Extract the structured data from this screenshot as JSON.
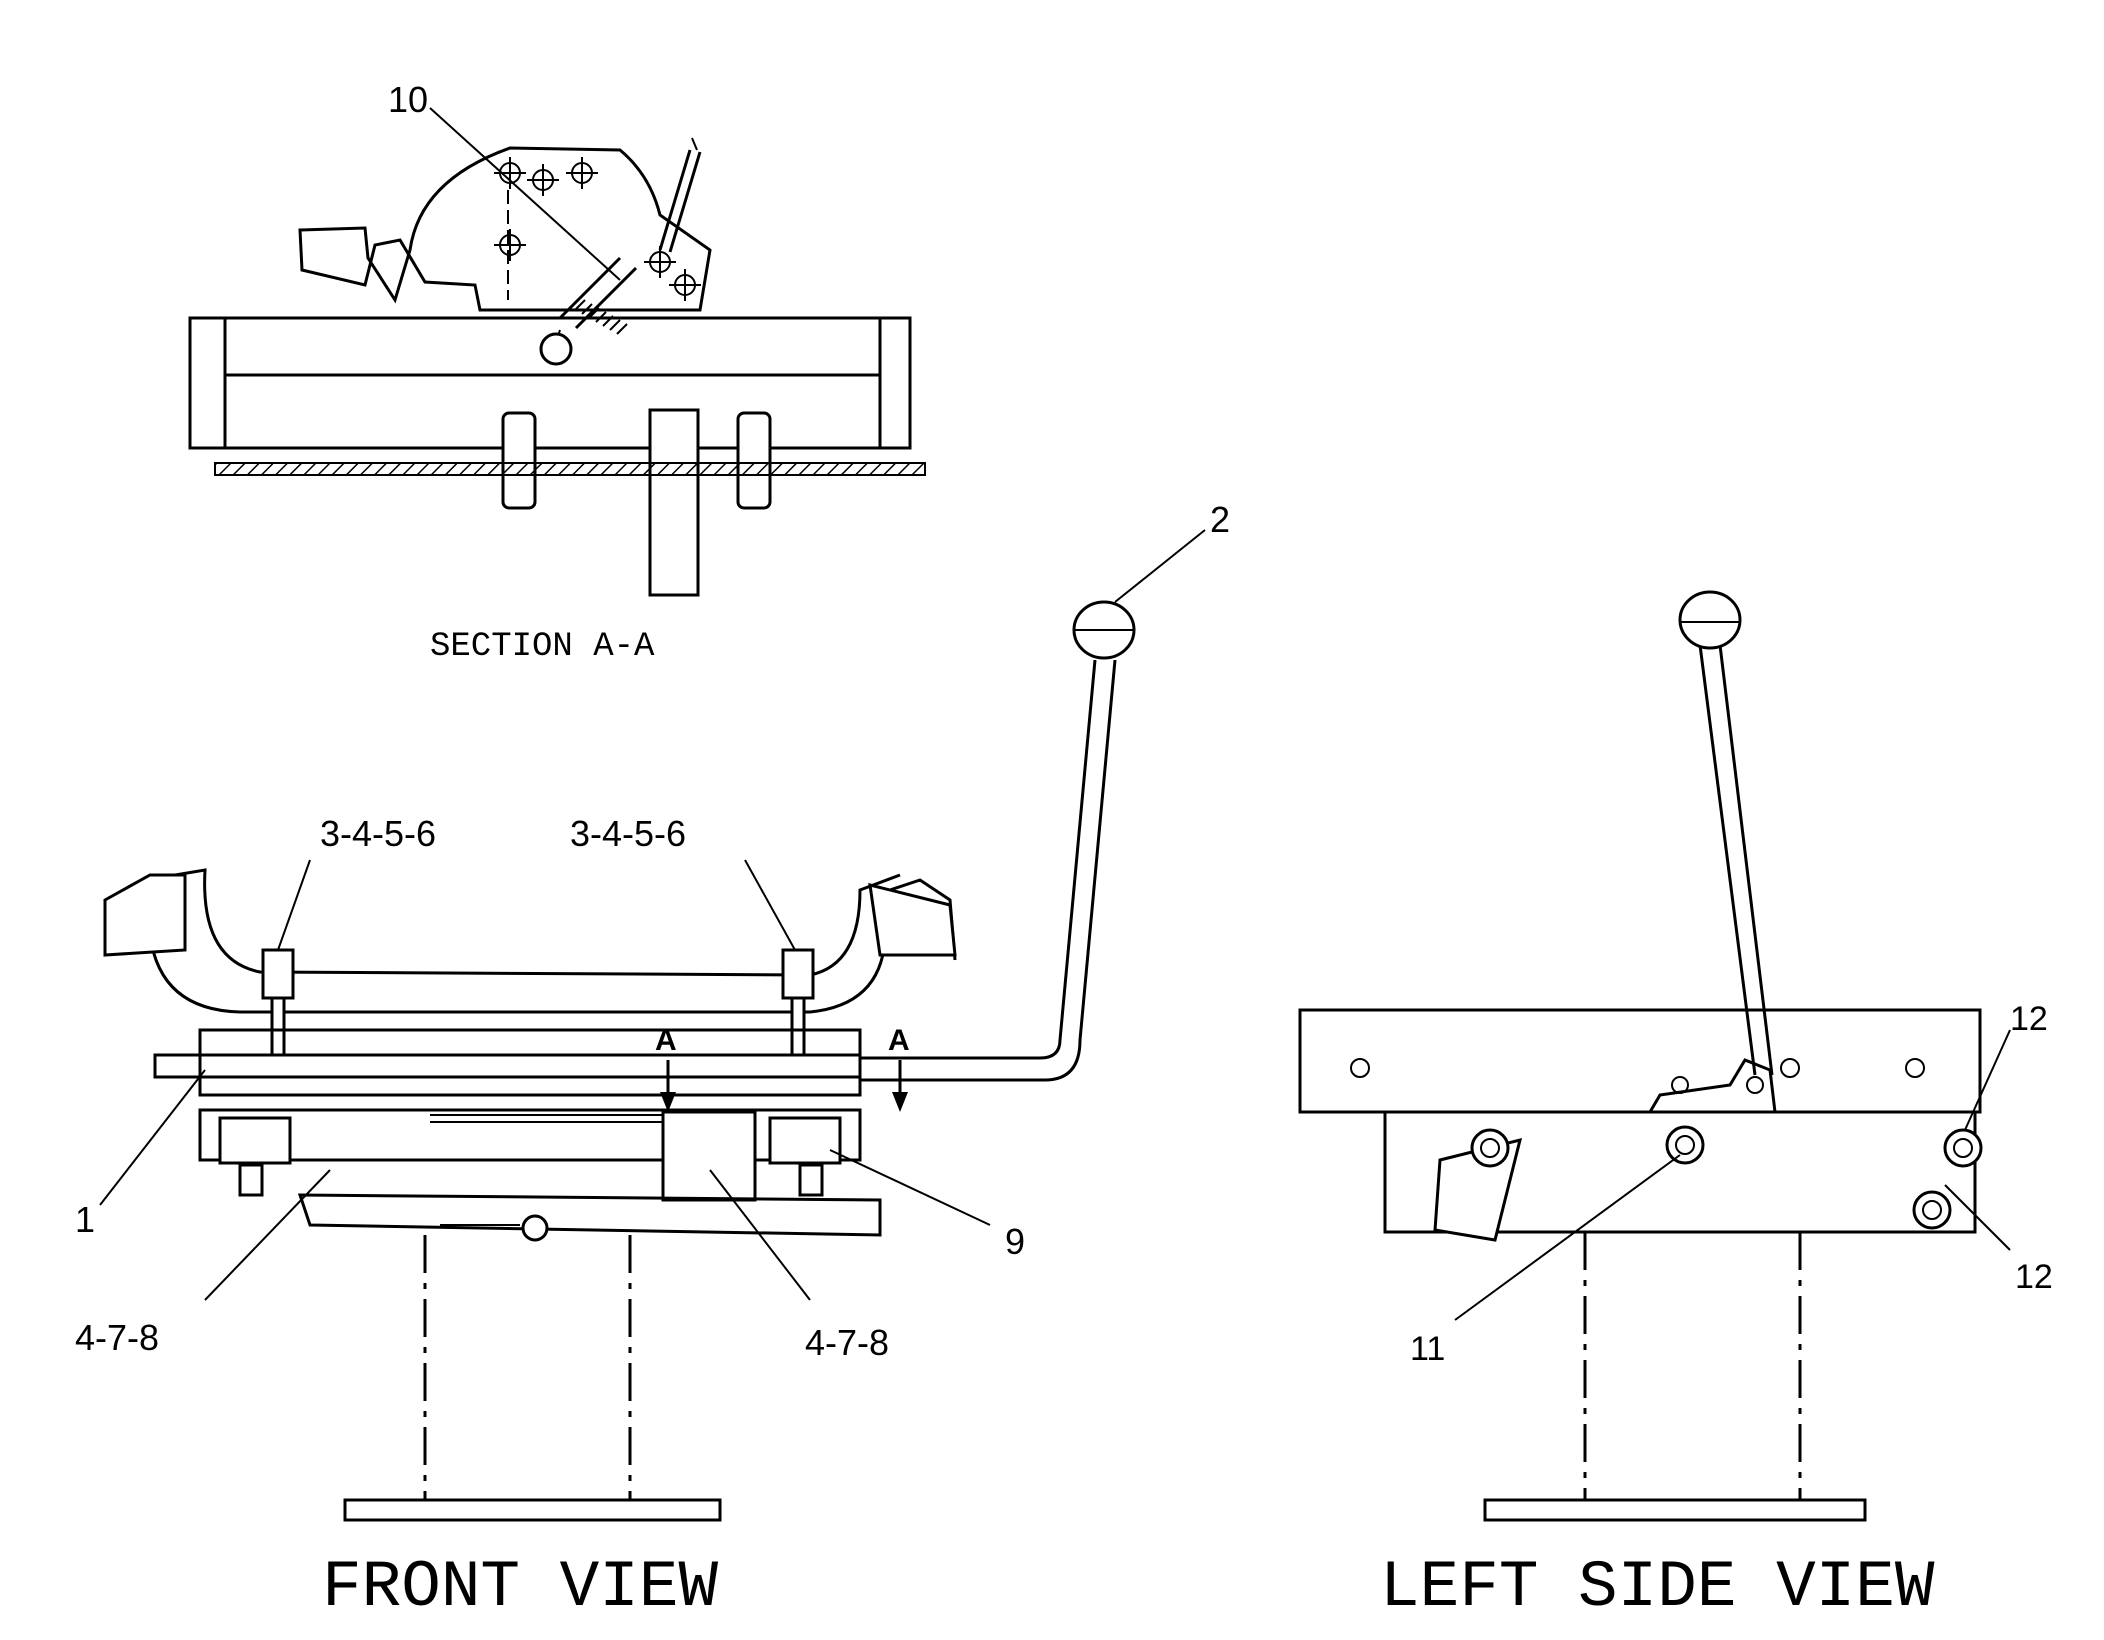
{
  "views": {
    "section": "SECTION A-A",
    "front": "FRONT VIEW",
    "left_side": "LEFT SIDE VIEW"
  },
  "callouts": {
    "c10": "10",
    "c2": "2",
    "c3456_left": "3-4-5-6",
    "c3456_right": "3-4-5-6",
    "c1": "1",
    "c9": "9",
    "c478_left": "4-7-8",
    "c478_right": "4-7-8",
    "c11": "11",
    "c12_top": "12",
    "c12_bottom": "12",
    "section_mark_left": "A",
    "section_mark_right": "A"
  }
}
